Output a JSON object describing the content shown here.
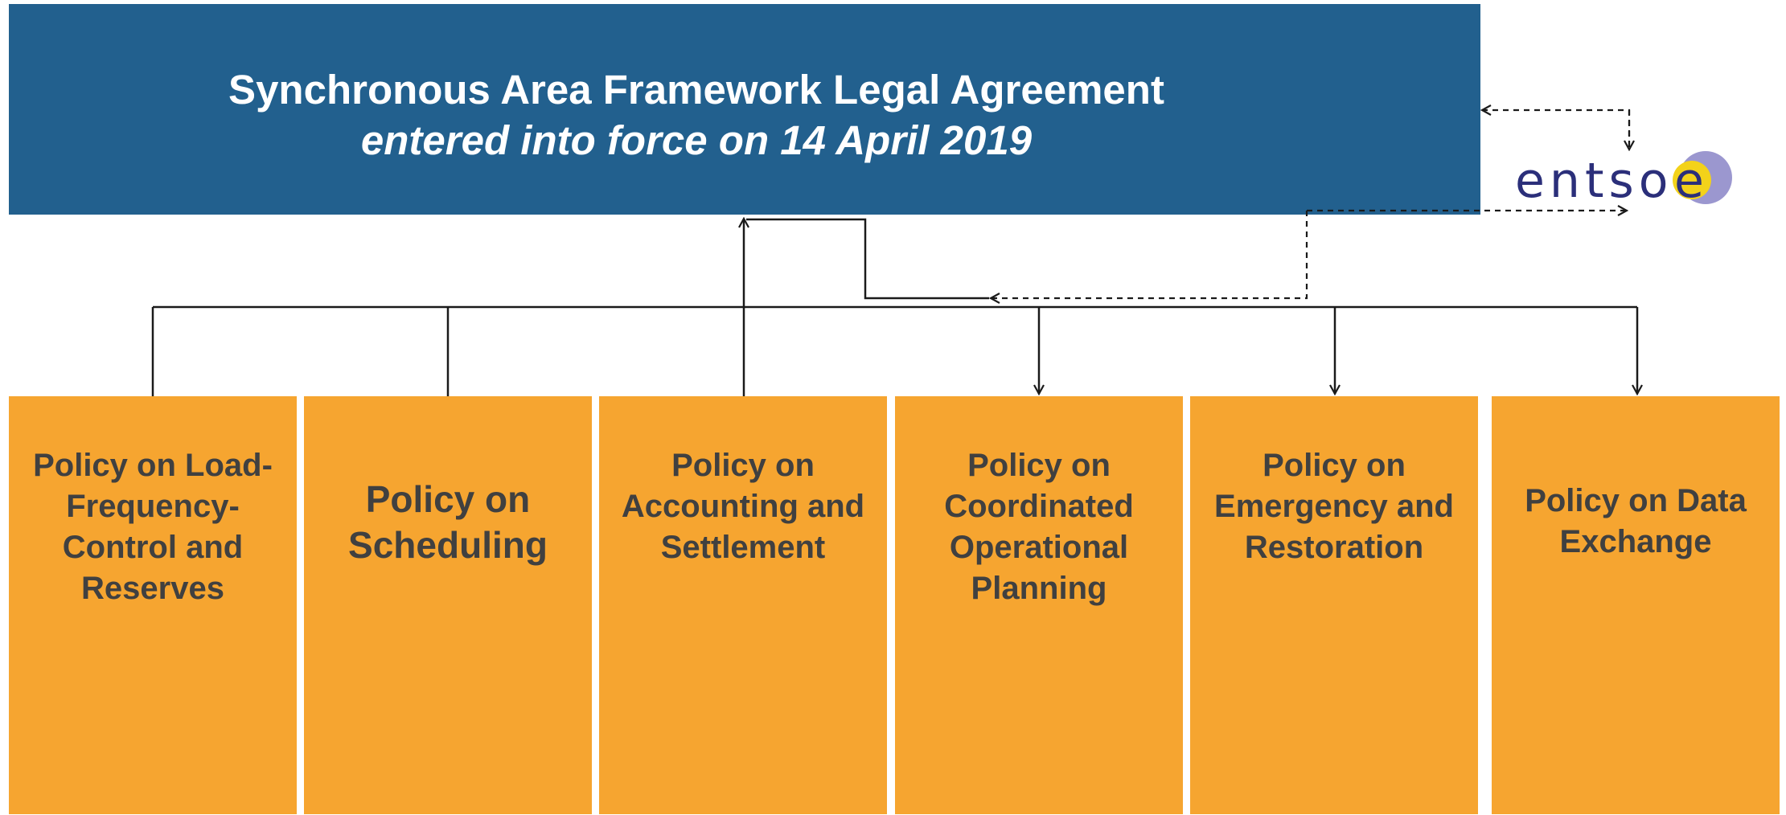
{
  "header": {
    "title": "Synchronous Area Framework Legal Agreement",
    "subtitle": "entered into force on 14 April 2019",
    "color": "#22608e"
  },
  "logo": {
    "text": "entso",
    "accent_letter": "e",
    "colors": {
      "text": "#2b2f7a",
      "circle": "#9b97cf",
      "dot": "#f3d21a"
    }
  },
  "policies": [
    {
      "label": "Policy on Load-Frequency-Control and Reserves"
    },
    {
      "label": "Policy on Scheduling"
    },
    {
      "label": "Policy on Accounting and Settlement"
    },
    {
      "label": "Policy on Coordinated Operational Planning"
    },
    {
      "label": "Policy on Emergency and Restoration"
    },
    {
      "label": "Policy on Data Exchange"
    }
  ],
  "colors": {
    "policy_fill": "#f6a530",
    "policy_text": "#404040",
    "connector": "#1a1a1a"
  }
}
